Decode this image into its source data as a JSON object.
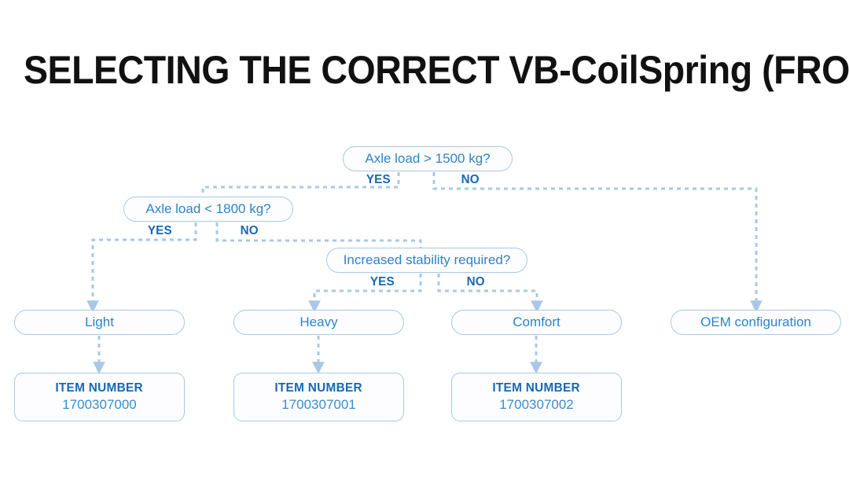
{
  "title": "SELECTING THE CORRECT VB-CoilSpring (FRONT AXLE)",
  "colors": {
    "node_border": "#a9c8e6",
    "node_text": "#2e83c8",
    "label_text": "#1668b5",
    "connector": "#a9c8e6",
    "title_text": "#111111",
    "background": "#ffffff"
  },
  "flowchart": {
    "type": "decision-tree",
    "decisions": [
      {
        "id": "d1",
        "text": "Axle load > 1500 kg?",
        "yes_label": "YES",
        "no_label": "NO",
        "yes_target": "d2",
        "no_target": "r4"
      },
      {
        "id": "d2",
        "text": "Axle load < 1800 kg?",
        "yes_label": "YES",
        "no_label": "NO",
        "yes_target": "r1",
        "no_target": "d3"
      },
      {
        "id": "d3",
        "text": "Increased stability required?",
        "yes_label": "YES",
        "no_label": "NO",
        "yes_target": "r2",
        "no_target": "r3"
      }
    ],
    "results": [
      {
        "id": "r1",
        "text": "Light"
      },
      {
        "id": "r2",
        "text": "Heavy"
      },
      {
        "id": "r3",
        "text": "Comfort"
      },
      {
        "id": "r4",
        "text": "OEM configuration"
      }
    ],
    "item_boxes": [
      {
        "id": "i1",
        "heading": "ITEM NUMBER",
        "number": "1700307000",
        "for": "r1"
      },
      {
        "id": "i2",
        "heading": "ITEM NUMBER",
        "number": "1700307001",
        "for": "r2"
      },
      {
        "id": "i3",
        "heading": "ITEM NUMBER",
        "number": "1700307002",
        "for": "r3"
      }
    ]
  }
}
